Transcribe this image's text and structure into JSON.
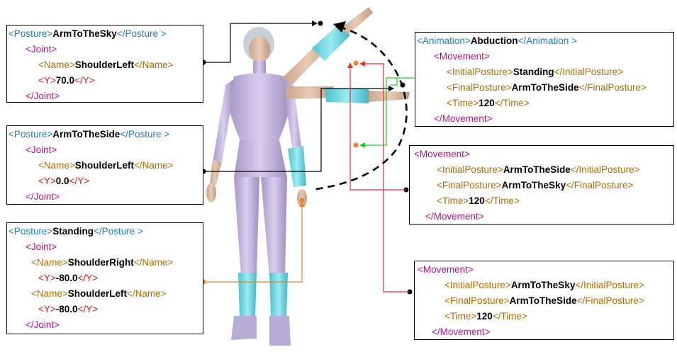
{
  "postures": [
    {
      "id": "sky",
      "open": "<Posture>",
      "name": "ArmToTheSky",
      "close": "</Posture >",
      "joint_open": "<Joint>",
      "joint_close": "</Joint>",
      "entries": [
        {
          "name_open": "<Name>",
          "name": "ShoulderLeft",
          "name_close": "</Name>",
          "y_open": "<Y>",
          "y": "70.0",
          "y_close": "</Y>"
        }
      ]
    },
    {
      "id": "side",
      "open": "<Posture>",
      "name": "ArmToTheSide",
      "close": "</Posture >",
      "joint_open": "<Joint>",
      "joint_close": "</Joint>",
      "entries": [
        {
          "name_open": "<Name>",
          "name": "ShoulderLeft",
          "name_close": "</Name>",
          "y_open": "<Y>",
          "y": "0.0",
          "y_close": "</Y>"
        }
      ]
    },
    {
      "id": "standing",
      "open": "<Posture>",
      "name": "Standing",
      "close": "</Posture >",
      "joint_open": "<Joint>",
      "joint_close": "</Joint>",
      "entries": [
        {
          "name_open": "<Name>",
          "name": "ShoulderRight",
          "name_close": "</Name>",
          "y_open": "<Y>",
          "y": "-80.0",
          "y_close": "</Y>"
        },
        {
          "name_open": "<Name>",
          "name": "ShoulderLeft",
          "name_close": "</Name>",
          "y_open": "<Y>",
          "y": "-80.0",
          "y_close": "</Y>"
        }
      ]
    }
  ],
  "animation": {
    "open": "<Animation>",
    "name": "Abduction",
    "close": "</Animation >",
    "movement_open": "<Movement>",
    "movement_close": "</Movement>",
    "initial_open": "<InitialPosture>",
    "initial": "Standing",
    "initial_close": "</InitialPosture>",
    "final_open": "<FinalPosture>",
    "final": "ArmToTheSide",
    "final_close": "</FinalPosture>",
    "time_open": "<Time>",
    "time": "120",
    "time_close": "</Time>"
  },
  "movements": [
    {
      "id": "m2",
      "movement_open": "<Movement>",
      "movement_close": "</Movement>",
      "initial_open": "<InitialPosture>",
      "initial": "ArmToTheSide",
      "initial_close": "</InitialPosture>",
      "final_open": "<FinalPosture>",
      "final": "ArmToTheSky",
      "final_close": "</FinalPosture>",
      "time_open": "<Time>",
      "time": "120",
      "time_close": "</Time>"
    },
    {
      "id": "m3",
      "movement_open": "<Movement>",
      "movement_close": "</Movement>",
      "initial_open": "<InitialPosture>",
      "initial": "ArmToTheSky",
      "initial_close": "</InitialPosture>",
      "final_open": "<FinalPosture>",
      "final": "ArmToTheSide",
      "final_close": "</FinalPosture>",
      "time_open": "<Time>",
      "time": "120",
      "time_close": "</Time>"
    }
  ],
  "colors": {
    "sky_link": "#000000",
    "standing_link": "#e8832a",
    "abduction_link": "#22cc22",
    "m3_link": "#e03030",
    "figure_suit": "#c7b6e0",
    "figure_cuffs": "#6fd7e0"
  },
  "figure_icon": "3d-avatar-figure"
}
